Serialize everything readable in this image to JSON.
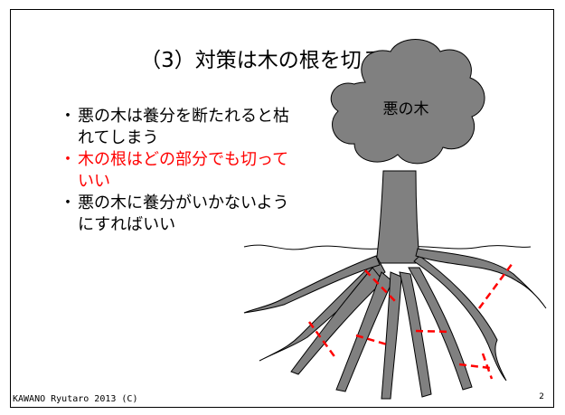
{
  "slide": {
    "title": "（3）対策は木の根を切ること",
    "bullets": [
      {
        "mark": "・",
        "text": "悪の木は養分を断たれると枯れてしまう",
        "color": "#000000"
      },
      {
        "mark": "・",
        "text": "木の根はどの部分でも切っていい",
        "color": "#ff0000"
      },
      {
        "mark": "・",
        "text": "悪の木に養分がいかないようにすればいい",
        "color": "#000000"
      }
    ],
    "tree_label": "悪の木",
    "footer": "KAWANO Ryutaro 2013 (C)",
    "page_number": "2"
  },
  "colors": {
    "tree_gray": "#808080",
    "cut_marks": "#ff0000"
  }
}
